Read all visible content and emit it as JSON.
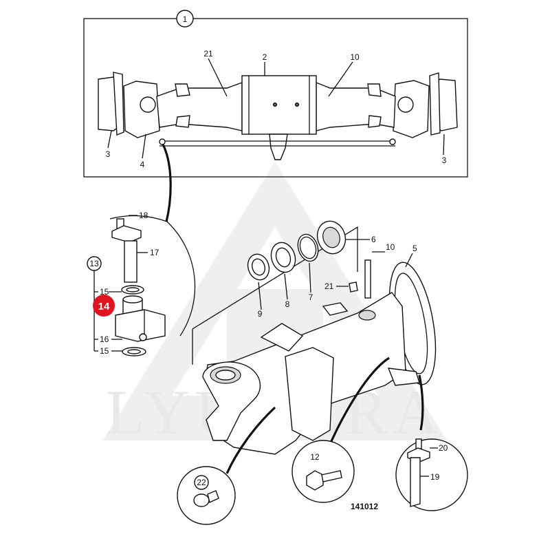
{
  "watermark": "LYUACRA",
  "drawing_code": "141012",
  "callouts": {
    "c1": "1",
    "c2": "2",
    "c3a": "3",
    "c3b": "3",
    "c4": "4",
    "c5": "5",
    "c6": "6",
    "c7": "7",
    "c8": "8",
    "c9": "9",
    "c10a": "10",
    "c10b": "10",
    "c12": "12",
    "c13": "13",
    "c14": "14",
    "c15a": "15",
    "c15b": "15",
    "c16": "16",
    "c17": "17",
    "c18": "18",
    "c19": "19",
    "c20": "20",
    "c21a": "21",
    "c21b": "21",
    "c22": "22"
  },
  "colors": {
    "highlight": "#e0141e",
    "ink": "#111111",
    "watermark": "#e6e6e6"
  }
}
